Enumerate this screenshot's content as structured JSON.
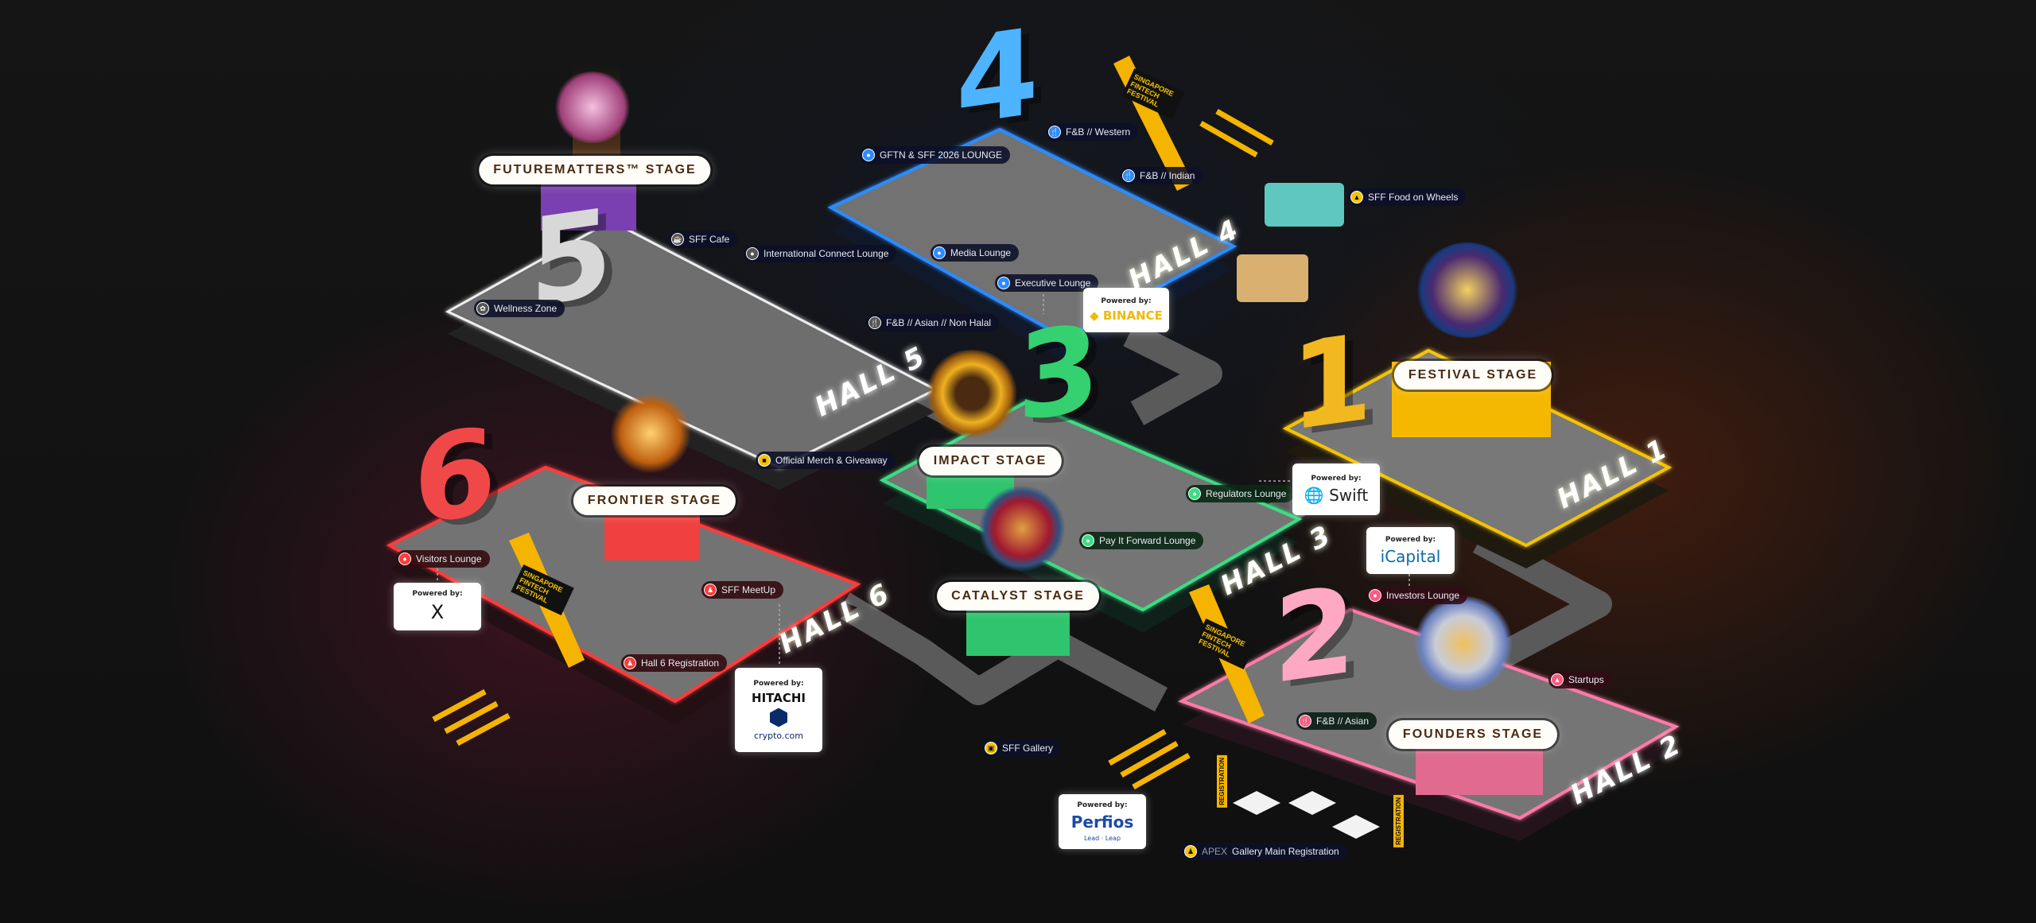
{
  "colors": {
    "hall1": "#f5c400",
    "hall2": "#ff7aa8",
    "hall3": "#3ddc84",
    "hall4": "#2a8cff",
    "hall5": "#e6e6e6",
    "hall6": "#ff3b3b",
    "stage_text": "#4a2a12"
  },
  "halls": [
    {
      "number": "1",
      "label": "HALL 1"
    },
    {
      "number": "2",
      "label": "HALL 2"
    },
    {
      "number": "3",
      "label": "HALL 3"
    },
    {
      "number": "4",
      "label": "HALL 4"
    },
    {
      "number": "5",
      "label": "HALL 5"
    },
    {
      "number": "6",
      "label": "HALL 6"
    }
  ],
  "stages": {
    "futurematters": "FUTUREMATTERS™ STAGE",
    "festival": "FESTIVAL STAGE",
    "impact": "IMPACT STAGE",
    "frontier": "FRONTIER STAGE",
    "catalyst": "CATALYST STAGE",
    "founders": "FOUNDERS STAGE"
  },
  "zones": {
    "sff_cafe": "SFF Cafe",
    "wellness_zone": "Wellness Zone",
    "intl_connect": "International Connect Lounge",
    "gftn_lounge": "GFTN & SFF 2026 LOUNGE",
    "fb_western": "F&B // Western",
    "fb_indian": "F&B // Indian",
    "food_on_wheels": "SFF Food on Wheels",
    "media_lounge": "Media Lounge",
    "executive_lounge": "Executive Lounge",
    "fb_asian_non_halal": "F&B // Asian // Non Halal",
    "merch": "Official Merch & Giveaway",
    "regulators_lounge": "Regulators Lounge",
    "pay_it_forward": "Pay It Forward Lounge",
    "visitors_lounge": "Visitors Lounge",
    "sff_meetup": "SFF MeetUp",
    "hall6_registration": "Hall 6 Registration",
    "investors_lounge": "Investors Lounge",
    "startups": "Startups",
    "fb_asian": "F&B // Asian",
    "sff_gallery": "SFF Gallery",
    "apex_prefix": "APEX",
    "apex_registration": "Gallery Main Registration"
  },
  "sponsors": {
    "powered_by": "Powered by:",
    "binance": "BINANCE",
    "swift": "Swift",
    "icapital": "iCapital",
    "x": "X",
    "hitachi": "HITACHI",
    "crypto": "crypto.com",
    "perfios": "Perfios",
    "perfios_tagline": "Lead · Leap"
  },
  "signage": {
    "arch_title": "SINGAPORE FINTECH FESTIVAL",
    "registration_flag": "REGISTRATION"
  }
}
